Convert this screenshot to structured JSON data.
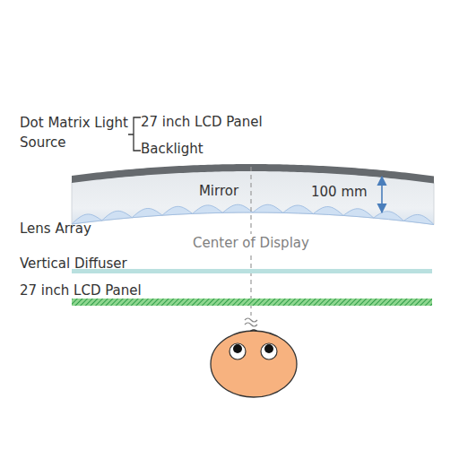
{
  "diagram": {
    "labels": [
      "Dot Matrix Light Source",
      "27 inch LCD Panel",
      "Backlight",
      "Mirror",
      "100 mm",
      "Lens Array",
      "Center of Display",
      "Vertical Diffuser",
      "27 inch LCD Panel"
    ]
  }
}
